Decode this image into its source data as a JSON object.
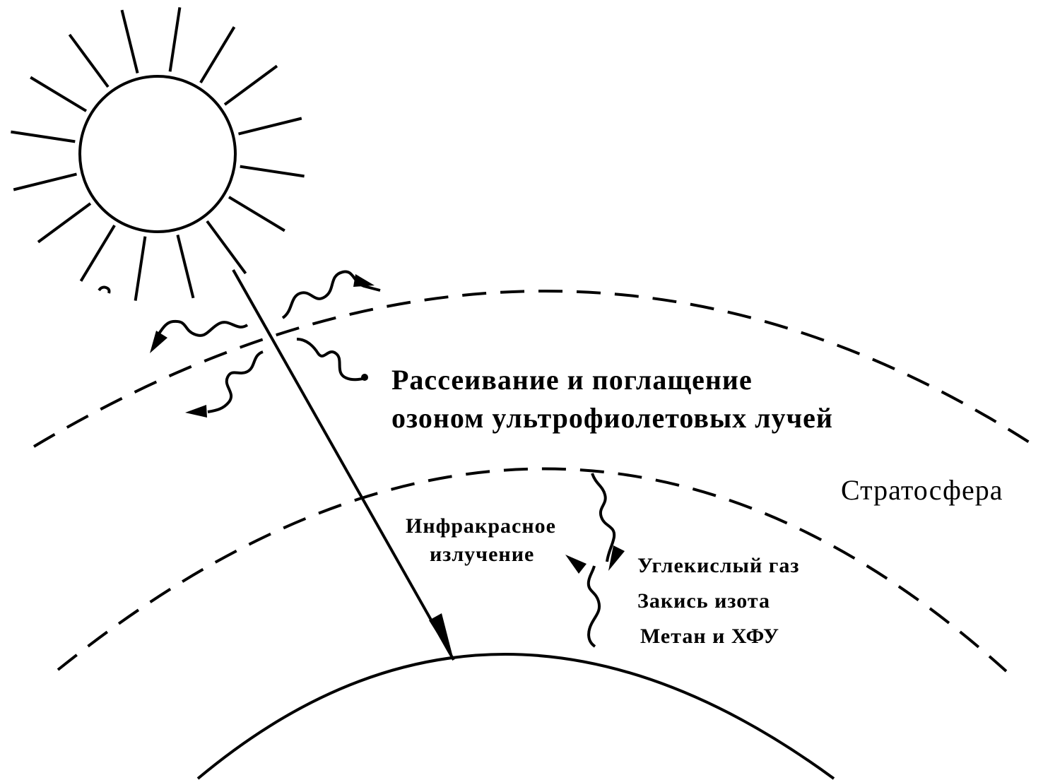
{
  "labels": {
    "scattering_line1": "Рассеивание и поглащение",
    "scattering_line2": "озоном ультрофиолетовых лучей",
    "stratosphere": "Стратосфера",
    "infrared_line1": "Инфракрасное",
    "infrared_line2": "излучение",
    "gas_co2": "Углекислый газ",
    "gas_n2o": "Закись изота",
    "gas_ch4": "Метан и ХФУ"
  },
  "colors": {
    "ink": "#000000",
    "background": "#ffffff"
  },
  "icons": {
    "sun": "sun-icon"
  }
}
